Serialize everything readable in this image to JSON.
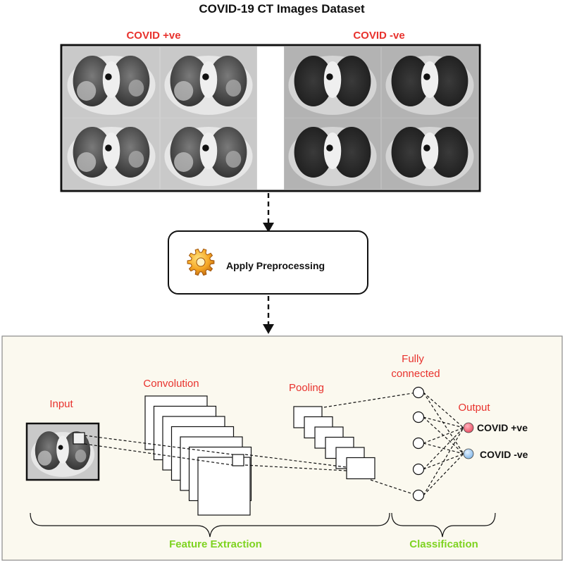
{
  "dataset": {
    "title": "COVID-19 CT Images Dataset",
    "positive_label": "COVID +ve",
    "negative_label": "COVID -ve"
  },
  "preprocessing": {
    "label": "Apply Preprocessing",
    "icon": "gear-icon"
  },
  "cnn": {
    "input_label": "Input",
    "convolution_label": "Convolution",
    "pooling_label": "Pooling",
    "fully_connected_line1": "Fully",
    "fully_connected_line2": "connected",
    "output_label": "Output",
    "output_positive": "COVID +ve",
    "output_negative": "COVID -ve",
    "feature_extraction_label": "Feature Extraction",
    "classification_label": "Classification"
  },
  "colors": {
    "accent_red": "#e8322d",
    "accent_green": "#7ed321",
    "panel_bg": "#fbf9ef",
    "positive_node": "#ef6b7a",
    "negative_node": "#9cc9ef"
  }
}
